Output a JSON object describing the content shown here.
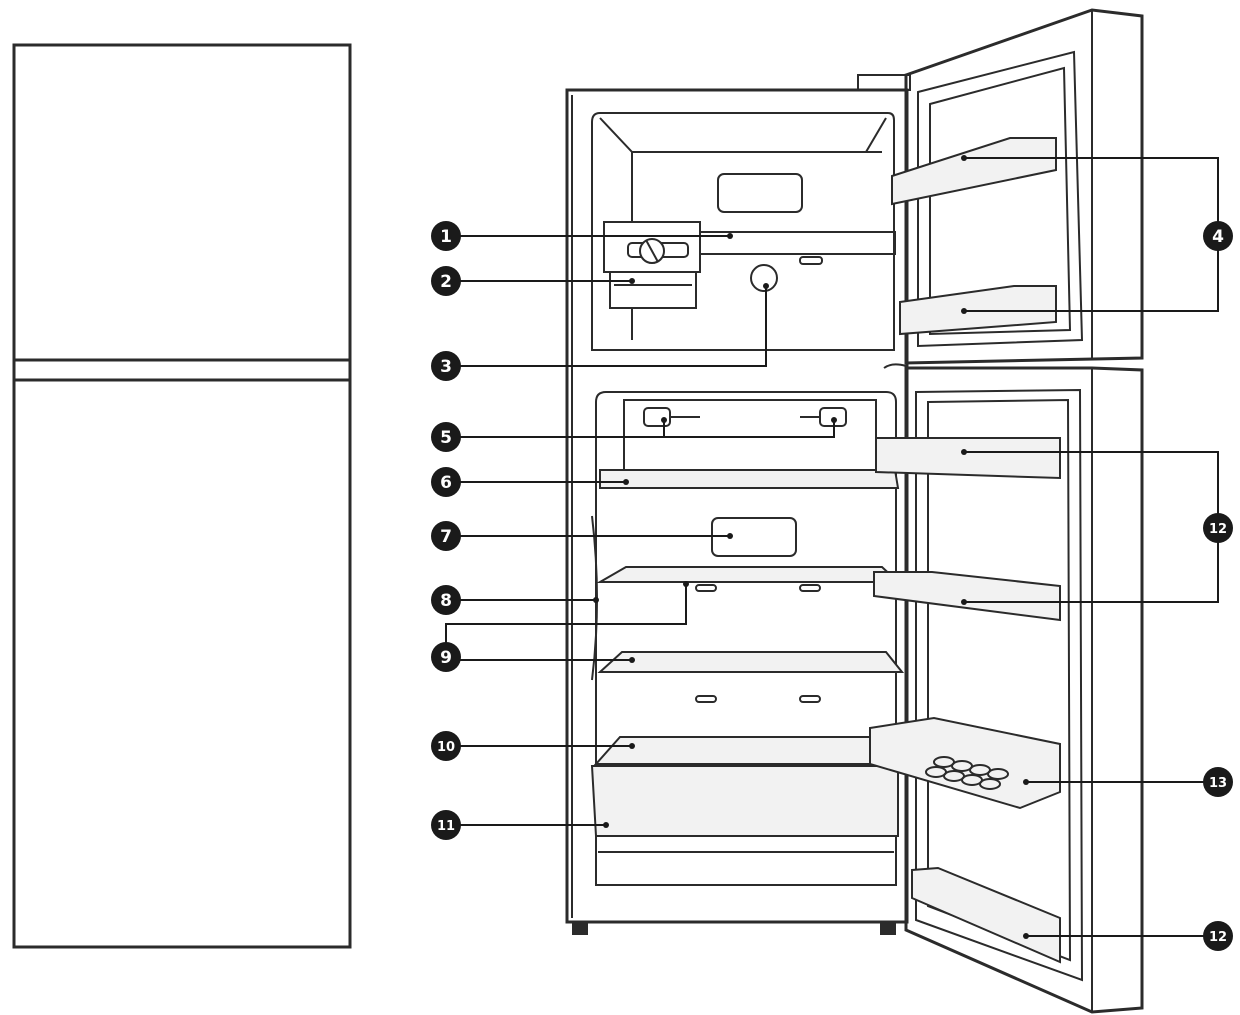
{
  "diagram": {
    "callouts": [
      {
        "id": "c1",
        "label": "1"
      },
      {
        "id": "c2",
        "label": "2"
      },
      {
        "id": "c3",
        "label": "3"
      },
      {
        "id": "c4",
        "label": "4"
      },
      {
        "id": "c5",
        "label": "5"
      },
      {
        "id": "c6",
        "label": "6"
      },
      {
        "id": "c7",
        "label": "7"
      },
      {
        "id": "c8",
        "label": "8"
      },
      {
        "id": "c9",
        "label": "9"
      },
      {
        "id": "c10",
        "label": "10"
      },
      {
        "id": "c11",
        "label": "11"
      },
      {
        "id": "c12a",
        "label": "12"
      },
      {
        "id": "c13",
        "label": "13"
      },
      {
        "id": "c12b",
        "label": "12"
      }
    ]
  },
  "colors": {
    "outline": "#2b2b2b",
    "fill_light": "#f2f2f2",
    "callout_fill": "#1a1a1a"
  }
}
